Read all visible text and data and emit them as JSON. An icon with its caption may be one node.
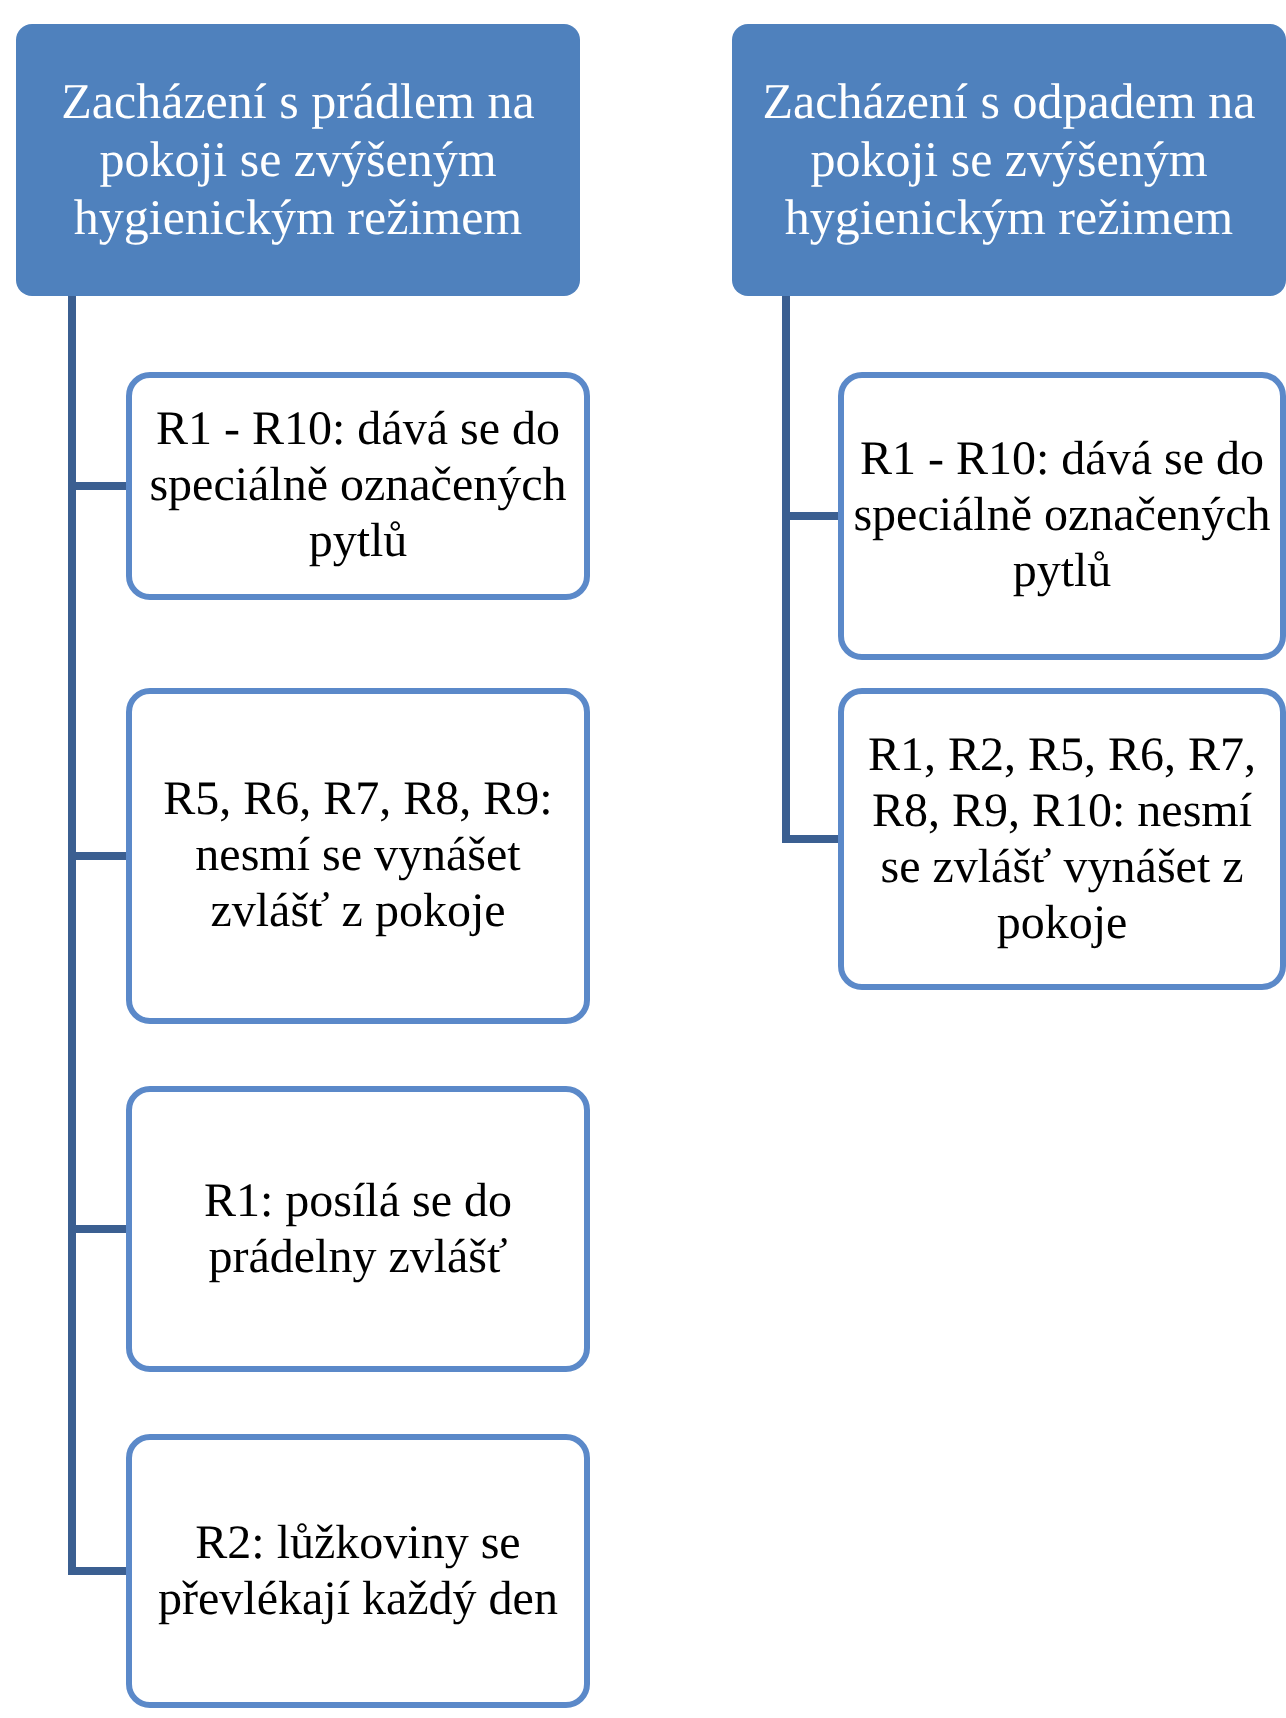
{
  "diagram": {
    "nodes": [
      {
        "text": [
          "Zacházení s prádlem na pokoji se zvýšeným hygienickým režimem"
        ]
      },
      {
        "text": [
          "R1 - R10: dává se do speciálně označených pytlů"
        ]
      },
      {
        "text": [
          "R5, R6, R7, R8, R9: nesmí se vynášet zvlášť z pokoje"
        ]
      },
      {
        "text": [
          "R1: posílá se do prádelny zvlášť"
        ]
      },
      {
        "text": [
          "R2: lůžkoviny se převlékají každý den"
        ]
      },
      {
        "text": [
          "Zacházení s odpadem na pokoji se zvýšeným hygienickým režimem"
        ]
      },
      {
        "text": [
          "R1 - R10: dává se do speciálně označených pytlů"
        ]
      },
      {
        "text": [
          "R1, R2, R5, R6, R7, R8, R9, R10: nesmí se zvlášť vynášet z pokoje"
        ]
      }
    ],
    "edges": [
      {
        "from": 0,
        "to": 1,
        "arrow": "none"
      },
      {
        "from": 0,
        "to": 2,
        "arrow": "none"
      },
      {
        "from": 0,
        "to": 3,
        "arrow": "none"
      },
      {
        "from": 0,
        "to": 4,
        "arrow": "none"
      },
      {
        "from": 5,
        "to": 6,
        "arrow": "none"
      },
      {
        "from": 5,
        "to": 7,
        "arrow": "none"
      }
    ]
  }
}
